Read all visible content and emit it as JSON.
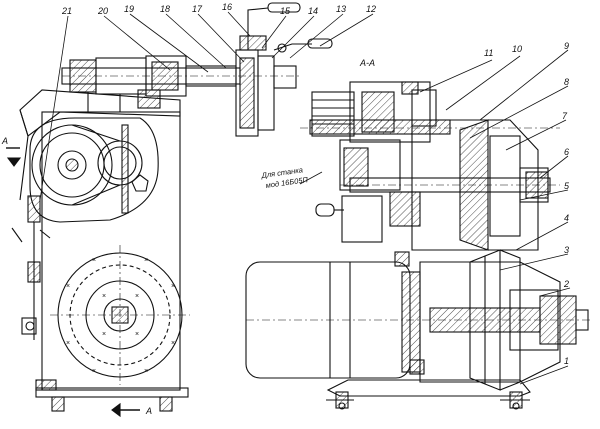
{
  "section_view_label": "А-А",
  "section_mark_left_top": "А",
  "section_mark_bottom": "А",
  "machine_note_line1": "Для станка",
  "machine_note_line2": "мод 16Б05П",
  "callouts": [
    "1",
    "2",
    "3",
    "4",
    "5",
    "6",
    "7",
    "8",
    "9",
    "10",
    "11",
    "12",
    "13",
    "14",
    "15",
    "16",
    "17",
    "18",
    "19",
    "20",
    "21"
  ]
}
